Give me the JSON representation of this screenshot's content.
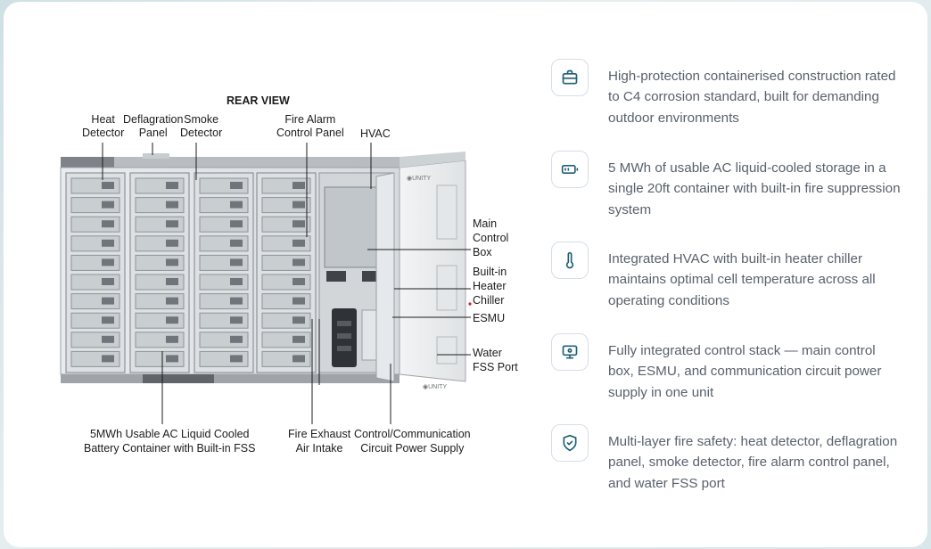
{
  "diagram": {
    "title": "REAR VIEW",
    "labels": {
      "heat_detector": "Heat\nDetector",
      "deflagration_panel": "Deflagration\nPanel",
      "smoke_detector": "Smoke\nDetector",
      "fire_alarm": "Fire Alarm\nControl Panel",
      "hvac": "HVAC",
      "main_control": "Main\nControl\nBox",
      "heater_chiller": "Built-in\nHeater\nChiller",
      "esmu": "ESMU",
      "water_fss": "Water\nFSS Port",
      "battery_container": "5MWh Usable AC Liquid Cooled\nBattery Container with Built-in FSS",
      "fire_exhaust": "Fire Exhaust\nAir Intake",
      "control_comm": "Control/Communication\nCircuit Power Supply"
    },
    "brand_mark": "UNITY"
  },
  "features": [
    {
      "icon": "briefcase-icon",
      "text": "High-protection containerised construction rated to C4 corrosion standard, built for demanding outdoor environments"
    },
    {
      "icon": "battery-icon",
      "text": "5 MWh of usable AC liquid-cooled storage in a single 20ft container with built-in fire suppression system"
    },
    {
      "icon": "thermometer-icon",
      "text": "Integrated HVAC with built-in heater chiller maintains optimal cell temperature across all operating conditions"
    },
    {
      "icon": "monitor-icon",
      "text": "Fully integrated control stack — main control box, ESMU, and communication circuit power supply in one unit"
    },
    {
      "icon": "shield-check-icon",
      "text": "Multi-layer fire safety: heat detector, deflagration panel, smoke detector, fire alarm control panel, and water FSS port"
    }
  ],
  "colors": {
    "accent": "#1f5f77",
    "text": "#58616c",
    "border": "#d6dee6"
  }
}
